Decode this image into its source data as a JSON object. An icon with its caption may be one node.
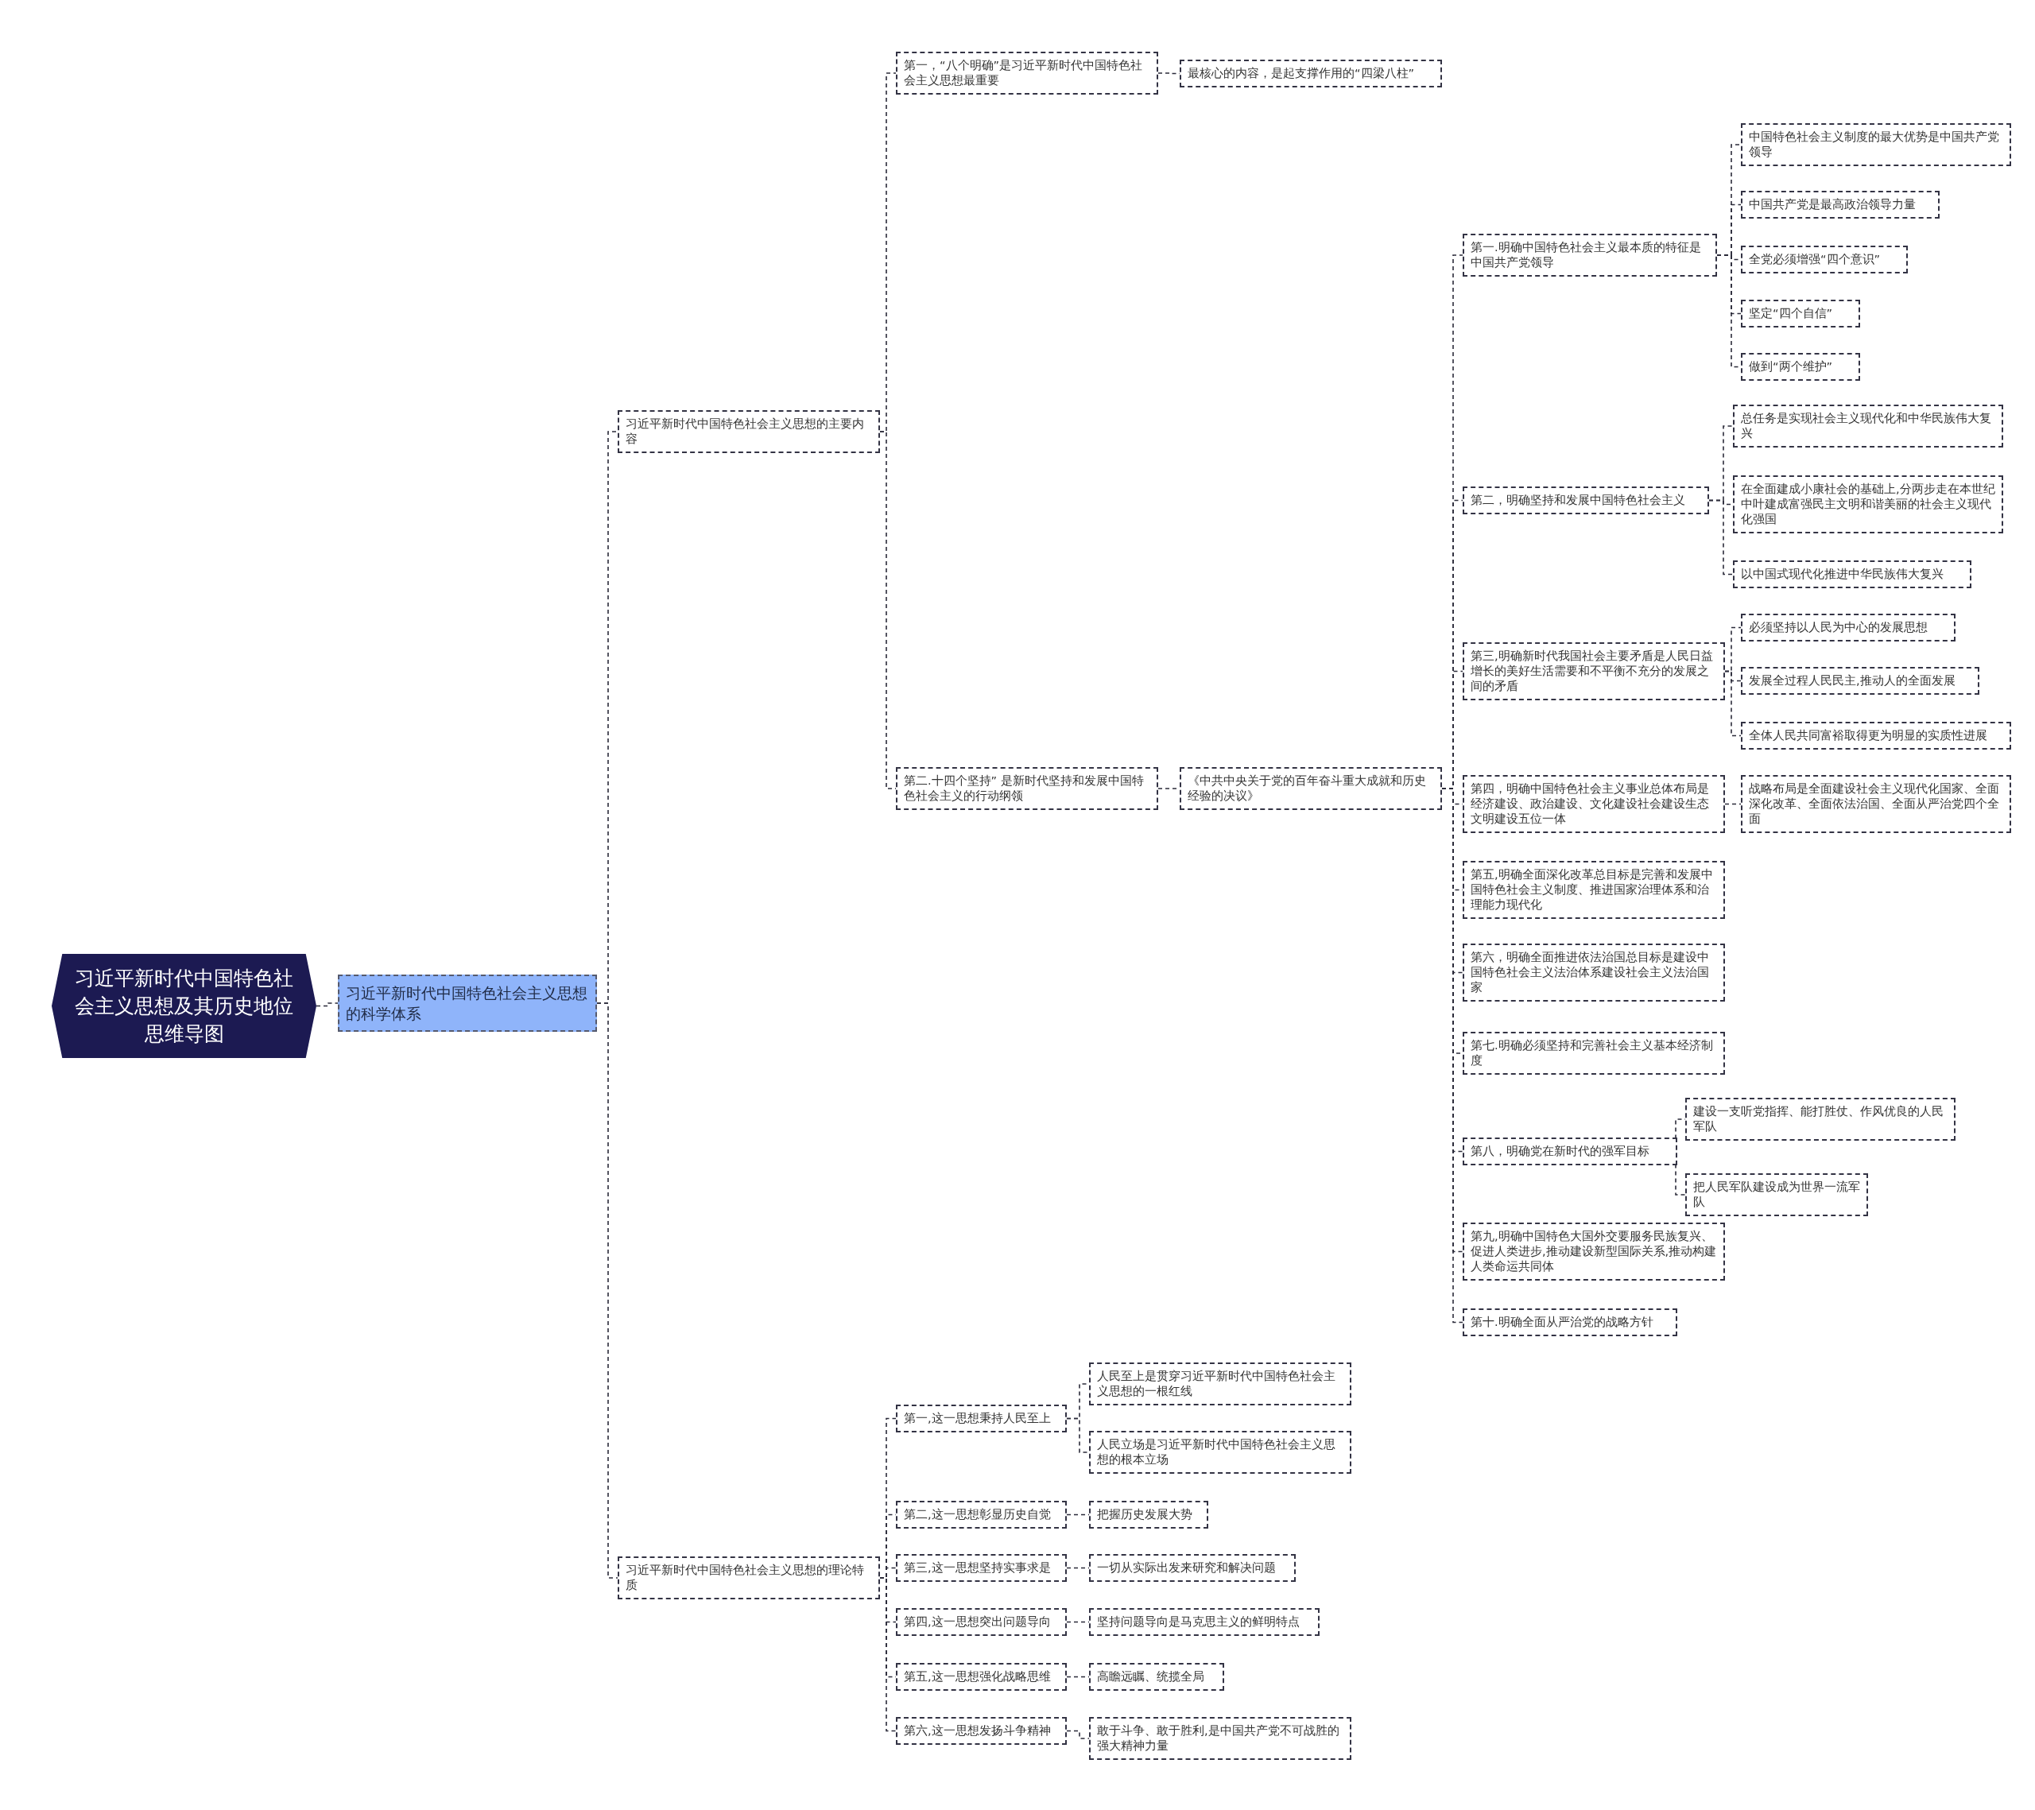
{
  "diagram": {
    "nodes": [
      {
        "text": [
          "习近平新时代中国特色社会主义思想及其历史地位思维导图"
        ]
      },
      {
        "text": [
          "习近平新时代中国特色社会主义思想的科学体系"
        ]
      },
      {
        "text": [
          "习近平新时代中国特色社会主义思想的主要内容"
        ]
      },
      {
        "text": [
          "第一，“八个明确”是习近平新时代中国特色社会主义思想最重要"
        ]
      },
      {
        "text": [
          "最核心的内容，是起支撑作用的“四梁八柱”"
        ]
      },
      {
        "text": [
          "第二.十四个坚持” 是新时代坚持和发展中国特色社会主义的行动纲领"
        ]
      },
      {
        "text": [
          "《中共中央关于党的百年奋斗重大成就和历史经验的决议》"
        ]
      },
      {
        "text": [
          "第一.明确中国特色社会主义最本质的特征是中国共产党领导"
        ]
      },
      {
        "text": [
          "中国特色社会主义制度的最大优势是中国共产党领导"
        ]
      },
      {
        "text": [
          "中国共产党是最高政治领导力量"
        ]
      },
      {
        "text": [
          "全党必须增强“四个意识”"
        ]
      },
      {
        "text": [
          "坚定“四个自信”"
        ]
      },
      {
        "text": [
          "做到“两个维护”"
        ]
      },
      {
        "text": [
          "第二，明确坚持和发展中国特色社会主义"
        ]
      },
      {
        "text": [
          "总任务是实现社会主义现代化和中华民族伟大复兴"
        ]
      },
      {
        "text": [
          "在全面建成小康社会的基础上,分两步走在本世纪中叶建成富强民主文明和谐美丽的社会主义现代化强国"
        ]
      },
      {
        "text": [
          "以中国式现代化推进中华民族伟大复兴"
        ]
      },
      {
        "text": [
          "第三,明确新时代我国社会主要矛盾是人民日益增长的美好生活需要和不平衡不充分的发展之间的矛盾"
        ]
      },
      {
        "text": [
          "必须坚持以人民为中心的发展思想"
        ]
      },
      {
        "text": [
          "发展全过程人民民主,推动人的全面发展"
        ]
      },
      {
        "text": [
          "全体人民共同富裕取得更为明显的实质性进展"
        ]
      },
      {
        "text": [
          "第四，明确中国特色社会主义事业总体布局是经济建设、政治建设、文化建设社会建设生态文明建设五位一体"
        ]
      },
      {
        "text": [
          "战略布局是全面建设社会主义现代化国家、全面深化改革、全面依法治国、全面从严治党四个全面"
        ]
      },
      {
        "text": [
          "第五,明确全面深化改革总目标是完善和发展中国特色社会主义制度、推进国家治理体系和治理能力现代化"
        ]
      },
      {
        "text": [
          "第六，明确全面推进依法治国总目标是建设中国特色社会主义法治体系建设社会主义法治国家"
        ]
      },
      {
        "text": [
          "第七.明确必须坚持和完善社会主义基本经济制度"
        ]
      },
      {
        "text": [
          "第八，明确党在新时代的强军目标"
        ]
      },
      {
        "text": [
          "建设一支听党指挥、能打胜仗、作风优良的人民军队"
        ]
      },
      {
        "text": [
          "把人民军队建设成为世界一流军队"
        ]
      },
      {
        "text": [
          "第九,明确中国特色大国外交要服务民族复兴、促进人类进步,推动建设新型国际关系,推动构建人类命运共同体"
        ]
      },
      {
        "text": [
          "第十.明确全面从严治党的战略方针"
        ]
      },
      {
        "text": [
          "习近平新时代中国特色社会主义思想的理论特质"
        ]
      },
      {
        "text": [
          "第一,这一思想秉持人民至上"
        ]
      },
      {
        "text": [
          "人民至上是贯穿习近平新时代中国特色社会主义思想的一根红线"
        ]
      },
      {
        "text": [
          "人民立场是习近平新时代中国特色社会主义思想的根本立场"
        ]
      },
      {
        "text": [
          "第二,这一思想彰显历史自觉"
        ]
      },
      {
        "text": [
          "把握历史发展大势"
        ]
      },
      {
        "text": [
          "第三,这一思想坚持实事求是"
        ]
      },
      {
        "text": [
          "一切从实际出发来研究和解决问题"
        ]
      },
      {
        "text": [
          "第四,这一思想突出问题导向"
        ]
      },
      {
        "text": [
          "坚持问题导向是马克思主义的鲜明特点"
        ]
      },
      {
        "text": [
          "第五,这一思想强化战略思维"
        ]
      },
      {
        "text": [
          "高瞻远瞩、统揽全局"
        ]
      },
      {
        "text": [
          "第六,这一思想发扬斗争精神"
        ]
      },
      {
        "text": [
          "敢于斗争、敢于胜利,是中国共产党不可战胜的强大精神力量"
        ]
      }
    ],
    "edges": [
      {
        "from": 0,
        "to": 1,
        "arrow": "none"
      },
      {
        "from": 1,
        "to": 2,
        "arrow": "none"
      },
      {
        "from": 2,
        "to": 3,
        "arrow": "none"
      },
      {
        "from": 3,
        "to": 4,
        "arrow": "none"
      },
      {
        "from": 2,
        "to": 5,
        "arrow": "none"
      },
      {
        "from": 5,
        "to": 6,
        "arrow": "none"
      },
      {
        "from": 6,
        "to": 7,
        "arrow": "none"
      },
      {
        "from": 7,
        "to": 8,
        "arrow": "none"
      },
      {
        "from": 7,
        "to": 9,
        "arrow": "none"
      },
      {
        "from": 7,
        "to": 10,
        "arrow": "none"
      },
      {
        "from": 7,
        "to": 11,
        "arrow": "none"
      },
      {
        "from": 7,
        "to": 12,
        "arrow": "none"
      },
      {
        "from": 6,
        "to": 13,
        "arrow": "none"
      },
      {
        "from": 13,
        "to": 14,
        "arrow": "none"
      },
      {
        "from": 13,
        "to": 15,
        "arrow": "none"
      },
      {
        "from": 13,
        "to": 16,
        "arrow": "none"
      },
      {
        "from": 6,
        "to": 17,
        "arrow": "none"
      },
      {
        "from": 17,
        "to": 18,
        "arrow": "none"
      },
      {
        "from": 17,
        "to": 19,
        "arrow": "none"
      },
      {
        "from": 17,
        "to": 20,
        "arrow": "none"
      },
      {
        "from": 6,
        "to": 21,
        "arrow": "none"
      },
      {
        "from": 21,
        "to": 22,
        "arrow": "none"
      },
      {
        "from": 6,
        "to": 23,
        "arrow": "none"
      },
      {
        "from": 6,
        "to": 24,
        "arrow": "none"
      },
      {
        "from": 6,
        "to": 25,
        "arrow": "none"
      },
      {
        "from": 6,
        "to": 26,
        "arrow": "none"
      },
      {
        "from": 26,
        "to": 27,
        "arrow": "none"
      },
      {
        "from": 26,
        "to": 28,
        "arrow": "none"
      },
      {
        "from": 6,
        "to": 29,
        "arrow": "none"
      },
      {
        "from": 6,
        "to": 30,
        "arrow": "none"
      },
      {
        "from": 1,
        "to": 31,
        "arrow": "none"
      },
      {
        "from": 31,
        "to": 32,
        "arrow": "none"
      },
      {
        "from": 32,
        "to": 33,
        "arrow": "none"
      },
      {
        "from": 32,
        "to": 34,
        "arrow": "none"
      },
      {
        "from": 31,
        "to": 35,
        "arrow": "none"
      },
      {
        "from": 35,
        "to": 36,
        "arrow": "none"
      },
      {
        "from": 31,
        "to": 37,
        "arrow": "none"
      },
      {
        "from": 37,
        "to": 38,
        "arrow": "none"
      },
      {
        "from": 31,
        "to": 39,
        "arrow": "none"
      },
      {
        "from": 39,
        "to": 40,
        "arrow": "none"
      },
      {
        "from": 31,
        "to": 41,
        "arrow": "none"
      },
      {
        "from": 41,
        "to": 42,
        "arrow": "none"
      },
      {
        "from": 31,
        "to": 43,
        "arrow": "none"
      },
      {
        "from": 43,
        "to": 44,
        "arrow": "none"
      }
    ]
  }
}
